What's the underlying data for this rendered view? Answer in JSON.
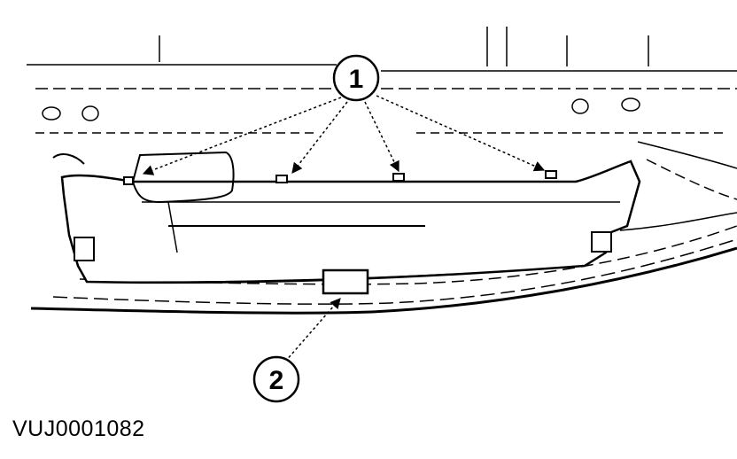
{
  "callouts": [
    {
      "id": 1,
      "label": "1"
    },
    {
      "id": 2,
      "label": "2"
    }
  ],
  "reference_code": "VUJ0001082",
  "colors": {
    "ink": "#000000",
    "paper": "#ffffff"
  }
}
